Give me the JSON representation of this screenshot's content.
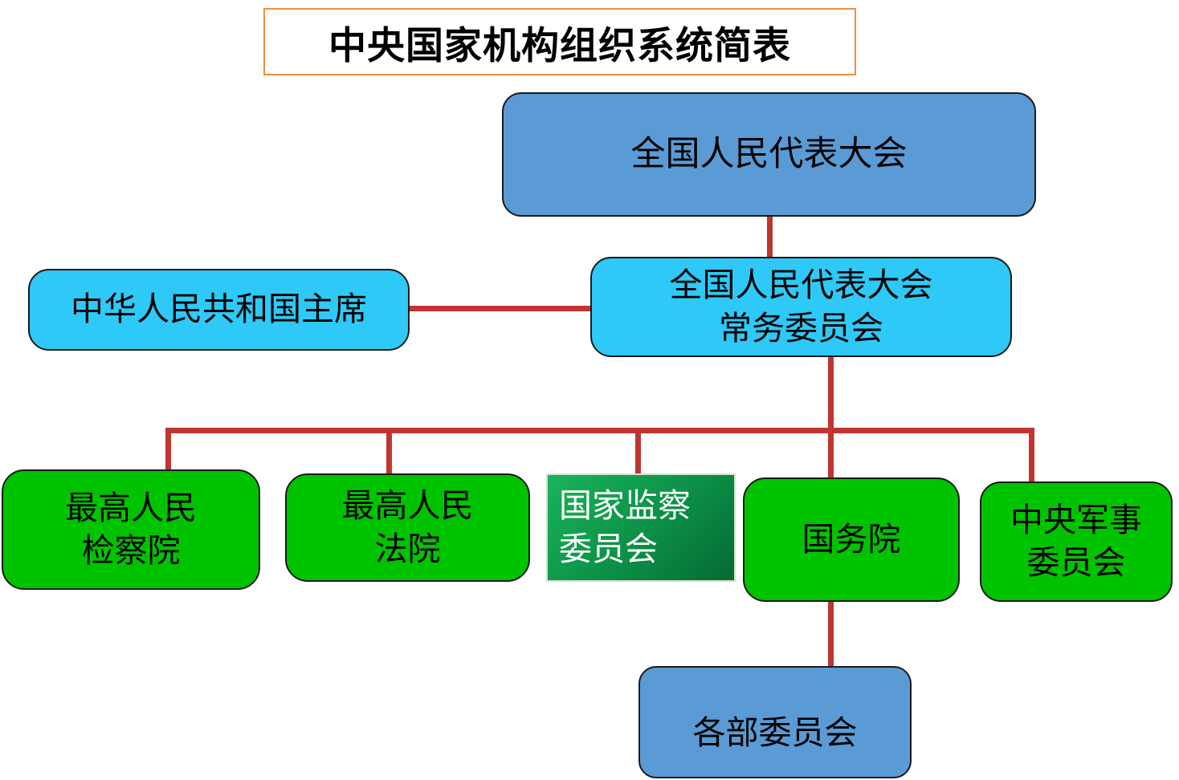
{
  "title": "中央国家机构组织系统简表",
  "nodes": {
    "npc": {
      "label": "全国人民代表大会"
    },
    "president": {
      "label": "中华人民共和国主席"
    },
    "npcsc": {
      "line1": "全国人民代表大会",
      "line2": "常务委员会"
    },
    "procuratorate": {
      "line1": "最高人民",
      "line2": "检察院"
    },
    "court": {
      "line1": "最高人民",
      "line2": "法院"
    },
    "supervision": {
      "line1": "国家监察",
      "line2": "委员会"
    },
    "state_council": {
      "label": "国务院"
    },
    "cmc": {
      "line1": "中央军事",
      "line2": "委员会"
    },
    "ministries": {
      "label": "各部委员会"
    }
  },
  "colors": {
    "title_border": "#ED9143",
    "steel_blue_fill": "#5B9BD5",
    "cyan_fill": "#2EC9F6",
    "green_fill": "#00C300",
    "supervision_gradient_start": "#19b45a",
    "supervision_gradient_end": "#066a33",
    "connector_red": "#C13531",
    "supervision_text": "#ffffff",
    "default_text": "#000000"
  }
}
